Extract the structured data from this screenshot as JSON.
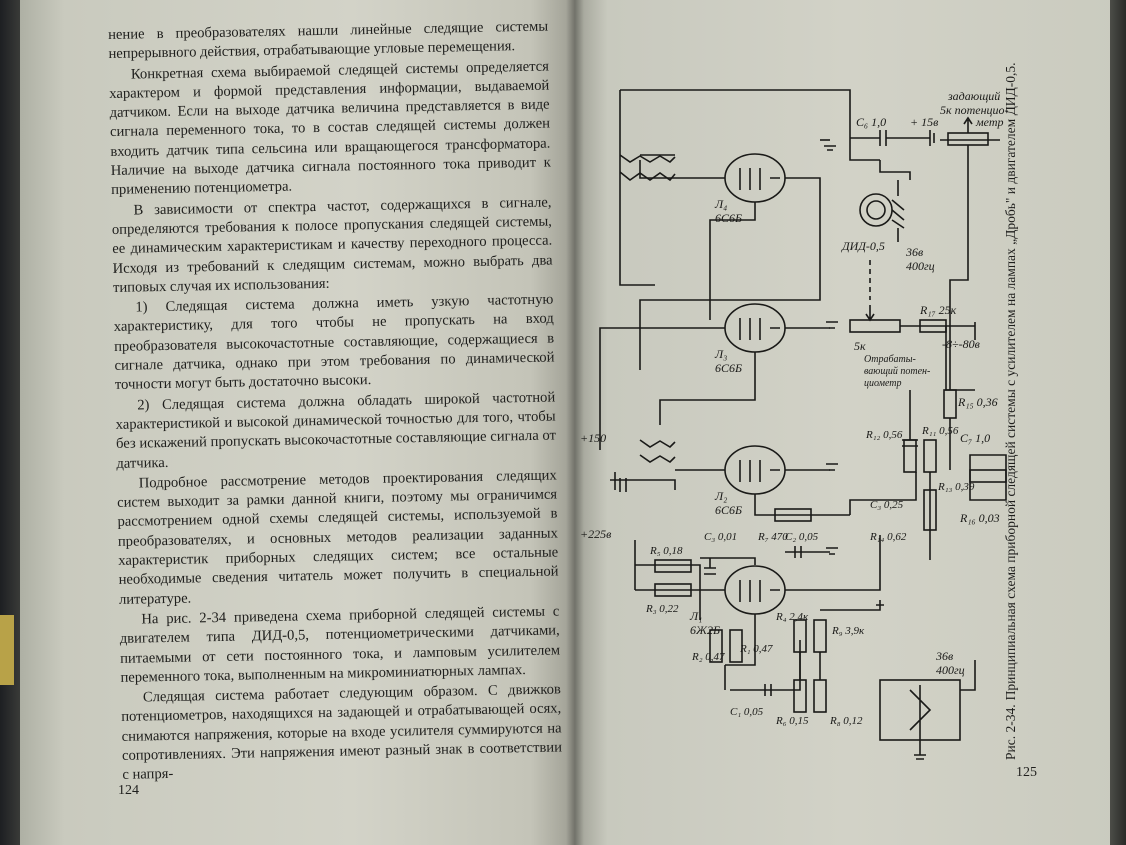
{
  "left_page": {
    "paragraphs": [
      "нение в преобразователях нашли линейные следящие системы непрерывного действия, отрабатывающие угловые перемещения.",
      "Конкретная схема выбираемой следящей системы определяется характером и формой представления информации, выдаваемой датчиком. Если на выходе датчика величина представляется в виде сигнала переменного тока, то в состав следящей системы должен входить датчик типа сельсина или вращающегося трансформатора. Наличие на выходе датчика сигнала постоянного тока приводит к применению потенциометра.",
      "В зависимости от спектра частот, содержащихся в сигнале, определяются требования к полосе пропускания следящей системы, ее динамическим характеристикам и качеству переходного процесса. Исходя из требований к следящим системам, можно выбрать два типовых случая их использования:",
      "1) Следящая система должна иметь узкую частотную характеристику, для того чтобы не пропускать на вход преобразователя высокочастотные составляющие, содержащиеся в сигнале датчика, однако при этом требования по динамической точности могут быть достаточно высоки.",
      "2) Следящая система должна обладать широкой частотной характеристикой и высокой динамической точностью для того, чтобы без искажений пропускать высокочастотные составляющие сигнала от датчика.",
      "Подробное рассмотрение методов проектирования следящих систем выходит за рамки данной книги, поэтому мы ограничимся рассмотрением одной схемы следящей системы, используемой в преобразователях, и основных методов реализации заданных характеристик приборных следящих систем; все остальные необходимые сведения читатель может получить в специальной литературе.",
      "На рис. 2-34 приведена схема приборной следящей системы с двигателем типа ДИД-0,5, потенциометрическими датчиками, питаемыми от сети постоянного тока, и ламповым усилителем переменного тока, выполненным на микроминиатюрных лампах.",
      "Следящая система работает следующим образом. С движков потенциометров, находящихся на задающей и отрабатывающей осях, снимаются напряжения, которые на входе усилителя суммируются на сопротивлениях. Эти напряжения имеют разный знак в соответствии с напря-"
    ],
    "page_number": "124"
  },
  "right_page": {
    "page_number": "125",
    "caption_head": "Рис. 2-34.",
    "caption_text": "Принципиальная схема приборной следящей системы с усилителем на лампах „Дробь\" и двигателем ДИД-0,5.",
    "schematic_labels": {
      "L4": "Л₄",
      "L4_type": "6С6Б",
      "L3": "Л₃",
      "L3_type": "6С6Б",
      "L2": "Л₂",
      "L2_type": "6С6Б",
      "L1": "Л₁",
      "L1_type": "6Ж2Б",
      "motor": "ДИД-0,5",
      "c6": "C₆ 1,0",
      "plus15": "+ 15в",
      "setpot": "5к потенцио-",
      "setpot2": "задающий",
      "setpot3": "метр",
      "v36a": "36в",
      "v36a_f": "400гц",
      "r17": "R₁₇ 25к",
      "minus": "-8÷-80в",
      "fbpot_r": "5к",
      "fbpot": "Отрабаты-",
      "fbpot2": "вающий потен-",
      "fbpot3": "циометр",
      "r15": "R₁₅ 0,36",
      "c7": "C₇ 1,0",
      "r16": "R₁₆ 0,03",
      "r12": "R₁₂ 0,56",
      "r11": "R₁₁ 0,56",
      "r13": "R₁₃ 0,39",
      "r14": "R₁₄ 0,62",
      "c3b": "C₃ 0,25",
      "plus150": "+150",
      "plus225": "+225в",
      "r5": "R₅ 0,18",
      "c3": "C₃ 0,01",
      "r7": "R₇ 470",
      "c2": "C₂ 0,05",
      "r3": "R₃ 0,22",
      "r2": "R₂ 0,47",
      "r1": "R₁ 0,47",
      "r4": "R₄ 2,4к",
      "r9": "R₉ 3,9к",
      "c1": "C₁ 0,05",
      "r6": "R₆ 0,15",
      "r8": "R₈ 0,12",
      "v36b": "36в",
      "v36b_f": "400гц"
    }
  }
}
